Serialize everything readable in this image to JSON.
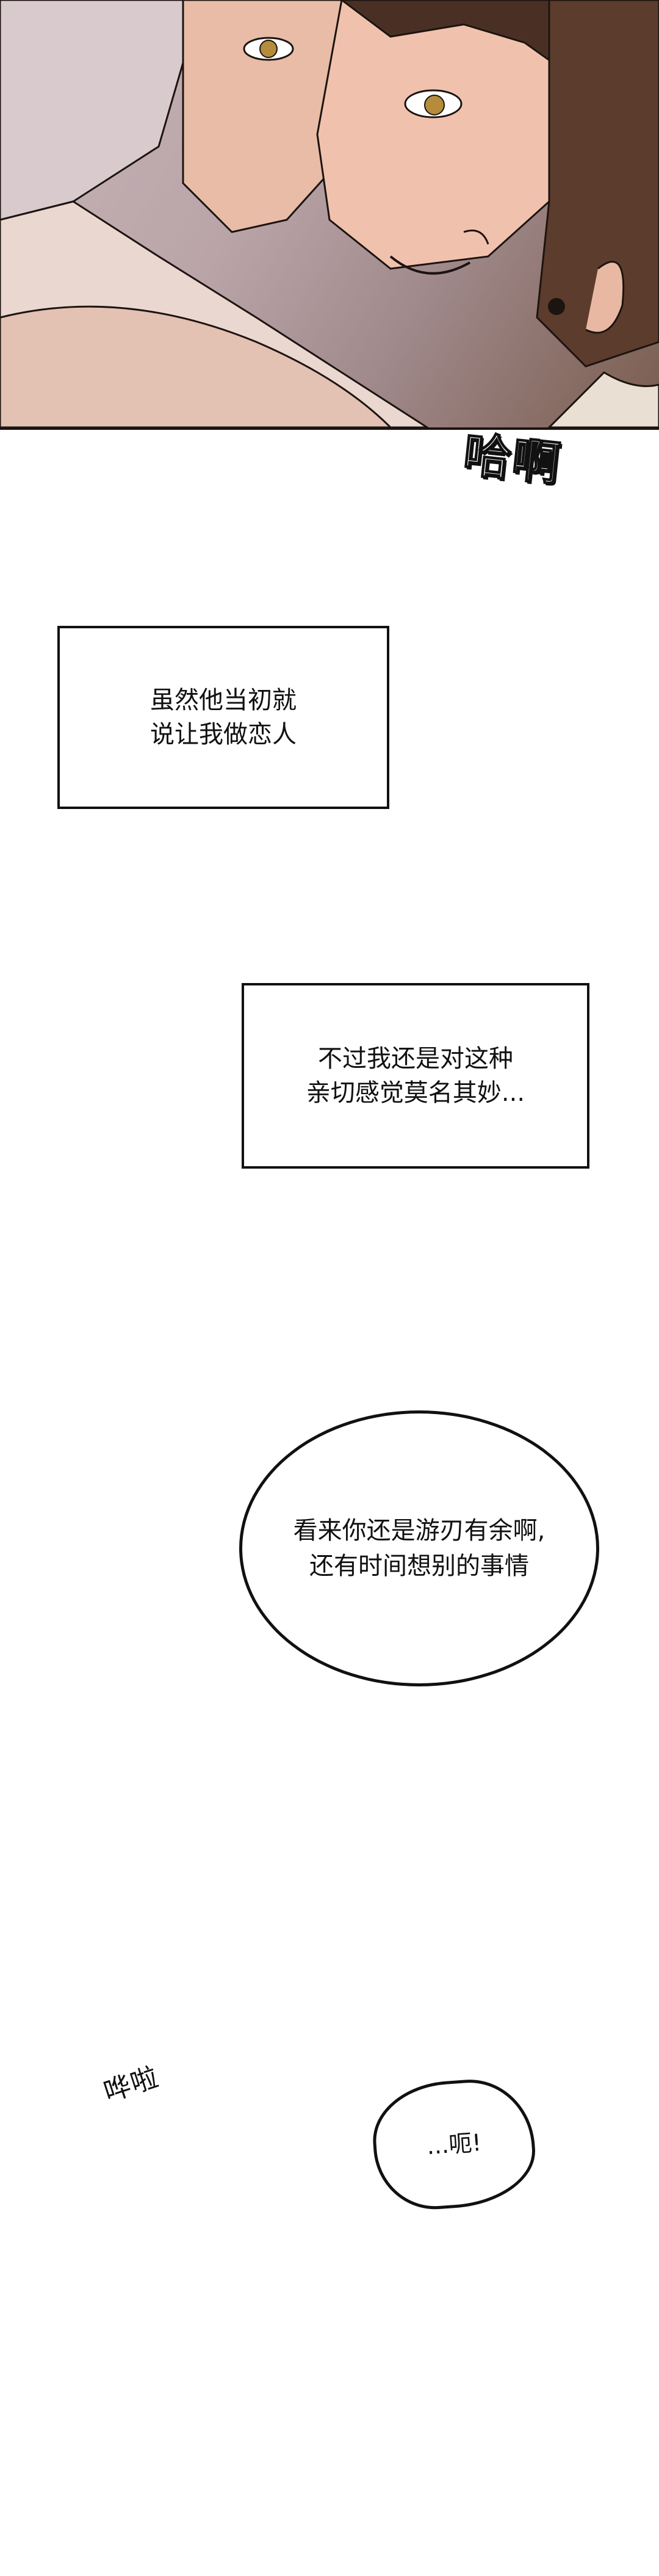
{
  "art_panel": {
    "description_icon": "sleeping-man-closeup-illustration"
  },
  "sfx": {
    "haah": "哈啊",
    "rustle": "哗啦"
  },
  "captions": [
    {
      "lines": [
        "虽然他当初就",
        "说让我做恋人"
      ]
    },
    {
      "lines": [
        "不过我还是对这种",
        "亲切感觉莫名其妙..."
      ]
    }
  ],
  "bubbles": {
    "oval": {
      "lines": [
        "看来你还是游刃有余啊,",
        "还有时间想别的事情"
      ]
    },
    "small": {
      "text": "...呃!"
    }
  },
  "colors": {
    "ink": "#111111",
    "background": "#ffffff",
    "skin": "#e9bfa8",
    "hair": "#4a3024"
  }
}
